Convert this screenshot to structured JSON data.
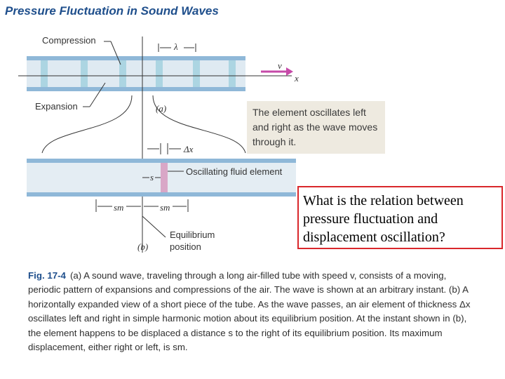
{
  "slide": {
    "title": "Pressure Fluctuation in Sound Waves"
  },
  "figure": {
    "labels": {
      "compression": "Compression",
      "expansion": "Expansion",
      "lambda": "λ",
      "v": "v",
      "x_axis": "x",
      "part_a": "(a)",
      "part_b": "(b)",
      "delta_x": "Δx",
      "s": "s",
      "oscillating_element": "Oscillating fluid element",
      "s_m_left": "sm",
      "s_m_right": "sm",
      "equilibrium_line1": "Equilibrium",
      "equilibrium_line2": "position"
    },
    "note": "The element oscillates left and right as the wave moves through it.",
    "colors": {
      "tube": "#8fb8d8",
      "tube_fill": "#cfe1ee",
      "dots": "#6fb5c9",
      "arrow": "#c64aa8",
      "element": "#d9a7c7",
      "note_bg": "#eeeae0"
    }
  },
  "question": {
    "text": "What is the relation between pressure fluctuation and displacement oscillation?"
  },
  "caption": {
    "label": "Fig. 17-4",
    "text": "(a) A sound wave, traveling through a long air-filled tube with speed v, consists of a moving, periodic pattern of expansions and compressions of the air. The wave is shown at an arbitrary instant. (b) A horizontally expanded view of a short piece of the tube. As the wave passes, an air element of thickness Δx oscillates left and right in simple harmonic motion about its equilibrium position. At the instant shown in (b), the element happens to be displaced a distance s to the right of its equilibrium position. Its maximum displacement, either right or left, is sm."
  }
}
